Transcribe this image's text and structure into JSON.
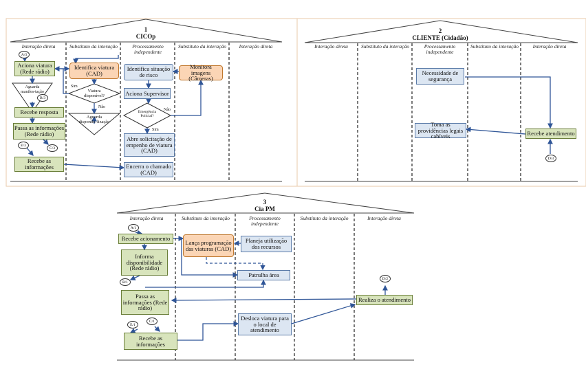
{
  "panel1": {
    "number": "1",
    "name": "CICOp",
    "columns": [
      "Interação direta",
      "Substituto da interação",
      "Processamento independente",
      "Substituto da interação",
      "Interação direta"
    ],
    "aciona_viatura": "Aciona viatura (Rede rádio)",
    "identifica_viatura": "Identifica viatura (CAD)",
    "identifica_situacao": "Identifica situação de risco",
    "monitora_imagens": "Monitora imagens (Câmeras)",
    "aguarda_manifestacao": "Aguarda manifes-tação",
    "viatura_disponivel": "Viatura disponível?",
    "aciona_supervisor": "Aciona Supervisor",
    "emergencia_policial": "Emergência Policial?",
    "recebe_resposta": "Recebe resposta",
    "aguarda_disponibilizacao": "Aguarda disponibi-lização",
    "abre_solicitacao": "Abre solicitação de empenho de viatura (CAD)",
    "passa_informacoes": "Passa as informações (Rede rádio)",
    "recebe_informacoes": "Recebe as informações",
    "encerra_chamado": "Encerra o chamado (CAD)",
    "sim1": "Sim",
    "nao1": "Não",
    "nao2": "Não",
    "sim2": "Sim",
    "conn_a3": "A/3",
    "conn_b3": "B/3",
    "conn_e3": "E/3",
    "conn_c3": "C/3"
  },
  "panel2": {
    "number": "2",
    "name": "CLIENTE (Cidadão)",
    "columns": [
      "Interação direta",
      "Substituto da interação",
      "Processamento independente",
      "Substituto da interação",
      "Interação direta"
    ],
    "necessidade": "Necessidade de segurança",
    "toma_providencias": "Toma as providências legais cabíveis",
    "recebe_atendimento": "Recebe atendimento",
    "conn_d3": "D/3"
  },
  "panel3": {
    "number": "3",
    "name": "Cia PM",
    "columns": [
      "Interação direta",
      "Substituto da interação",
      "Processamento independente",
      "Substituto da interação",
      "Interação direta"
    ],
    "recebe_acionamento": "Recebe acionamento",
    "lanca_programacao": "Lança programação das viaturas (CAD)",
    "planeja_utilizacao": "Planeja utilização dos recursos",
    "informa_disponibilidade": "Informa disponibilidade (Rede rádio)",
    "patrulha_area": "Patrulha área",
    "passa_informacoes": "Passa as informações (Rede rádio)",
    "realiza_atendimento": "Realiza o atendimento",
    "desloca_viatura": "Desloca viatura para o local de atendimento",
    "recebe_informacoes": "Recebe as informações",
    "conn_a1": "A/1",
    "conn_b1": "B/1",
    "conn_e1": "E/1",
    "conn_c1": "C/1",
    "conn_d2": "D/2"
  },
  "colors": {
    "green": "#d8e4bc",
    "blue": "#dce6f2",
    "orange": "#fbd5b5",
    "frame": "#e8c8a8",
    "arrow": "#2f5597"
  }
}
